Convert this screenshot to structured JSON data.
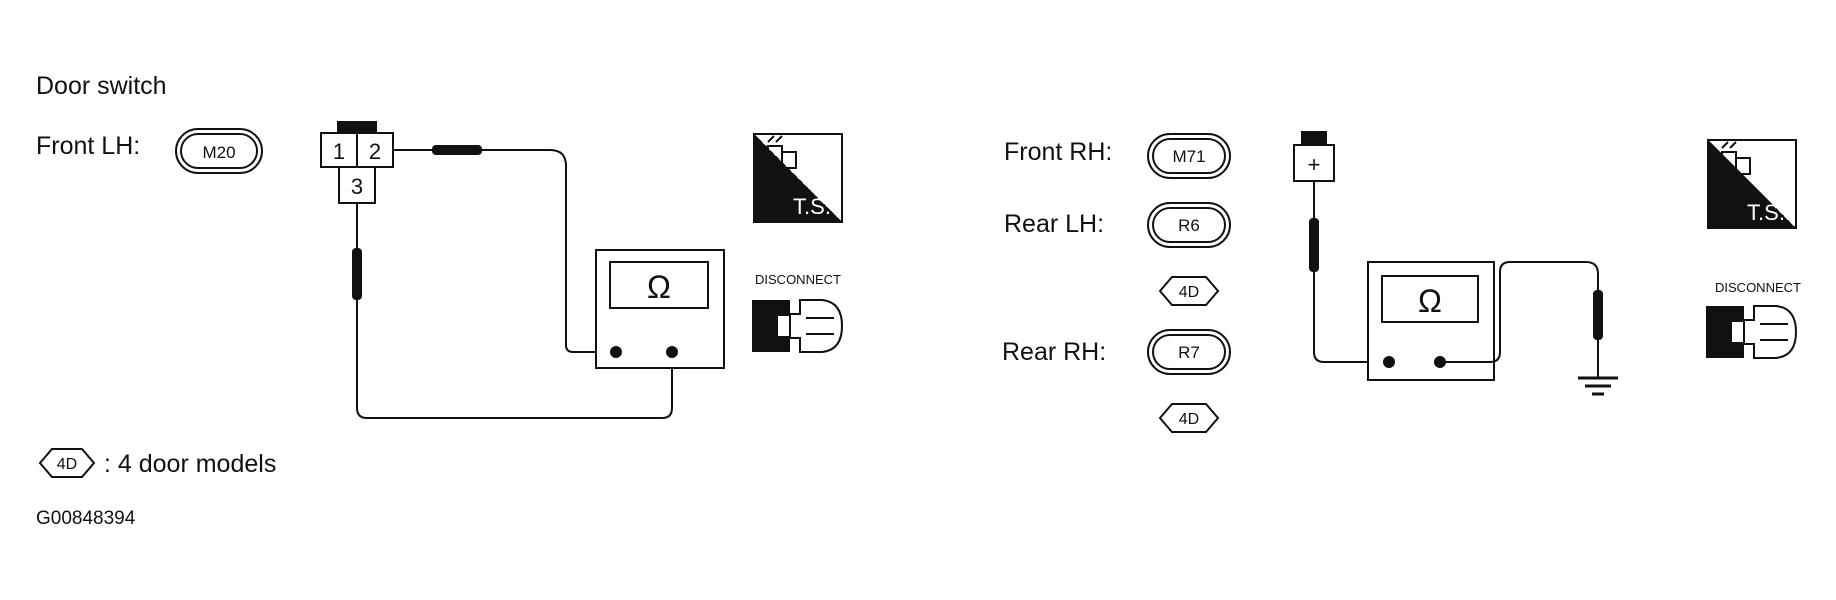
{
  "title": "Door switch",
  "left": {
    "connector_label": "Front LH:",
    "connector_id": "M20",
    "pins": [
      "1",
      "2",
      "3"
    ],
    "meter_symbol": "Ω"
  },
  "right": {
    "front_rh": {
      "label": "Front RH:",
      "connector_id": "M71"
    },
    "rear_lh": {
      "label": "Rear LH:",
      "connector_id": "R6",
      "model_tag": "4D"
    },
    "rear_rh": {
      "label": "Rear RH:",
      "connector_id": "R7",
      "model_tag": "4D"
    },
    "terminal_symbol": "+",
    "meter_symbol": "Ω"
  },
  "badges": {
    "ts_text": "T.S.",
    "disconnect_text": "DISCONNECT"
  },
  "legend": {
    "tag": "4D",
    "text": ": 4 door models"
  },
  "figure_id": "G00848394"
}
